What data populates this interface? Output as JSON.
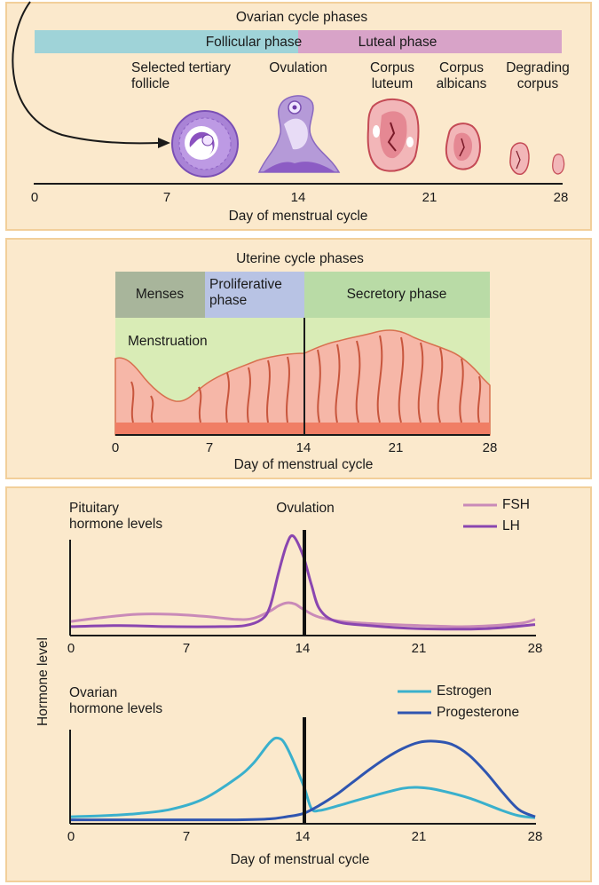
{
  "ovarian": {
    "title": "Ovarian cycle phases",
    "phases": [
      {
        "label": "Follicular phase",
        "color": "#9fd3d8"
      },
      {
        "label": "Luteal phase",
        "color": "#d8a3c8"
      }
    ],
    "structures": [
      {
        "line1": "Selected tertiary",
        "line2": "follicle"
      },
      {
        "line1": "Ovulation",
        "line2": ""
      },
      {
        "line1": "Corpus",
        "line2": "luteum"
      },
      {
        "line1": "Corpus",
        "line2": "albicans"
      },
      {
        "line1": "Degrading",
        "line2": "corpus"
      }
    ],
    "ticks": [
      "0",
      "7",
      "14",
      "21",
      "28"
    ],
    "axis_label": "Day of menstrual cycle"
  },
  "uterine": {
    "title": "Uterine cycle phases",
    "phases": [
      {
        "line1": "Menses",
        "line2": "",
        "color": "#a8b59b"
      },
      {
        "line1": "Proliferative",
        "line2": "phase",
        "color": "#b8c3e4"
      },
      {
        "line1": "Secretory phase",
        "line2": "",
        "color": "#b9dba6"
      }
    ],
    "event_label": "Menstruation",
    "ticks": [
      "0",
      "7",
      "14",
      "21",
      "28"
    ],
    "axis_label": "Day of menstrual cycle"
  },
  "hormones": {
    "y_axis_label": "Hormone level",
    "pituitary": {
      "title_line1": "Pituitary",
      "title_line2": "hormone levels",
      "event_label": "Ovulation",
      "legend": [
        {
          "label": "FSH",
          "color": "#c98ab8"
        },
        {
          "label": "LH",
          "color": "#8a46b0"
        }
      ],
      "ticks": [
        "0",
        "7",
        "14",
        "21",
        "28"
      ]
    },
    "ovarian": {
      "title_line1": "Ovarian",
      "title_line2": "hormone levels",
      "legend": [
        {
          "label": "Estrogen",
          "color": "#3ab0cc"
        },
        {
          "label": "Progesterone",
          "color": "#2f55b0"
        }
      ],
      "ticks": [
        "0",
        "7",
        "14",
        "21",
        "28"
      ]
    },
    "axis_label": "Day of menstrual cycle"
  },
  "chart_data": [
    {
      "type": "line",
      "title": "Pituitary hormone levels",
      "xlabel": "",
      "ylabel": "Hormone level",
      "xlim": [
        0,
        28
      ],
      "ylim": [
        0,
        1
      ],
      "series": [
        {
          "name": "FSH",
          "x": [
            0,
            2,
            4,
            6,
            8,
            10,
            11,
            12,
            12.5,
            13,
            13.5,
            14,
            15,
            17,
            21,
            24,
            27,
            28
          ],
          "y": [
            0.12,
            0.16,
            0.19,
            0.19,
            0.17,
            0.14,
            0.15,
            0.22,
            0.27,
            0.3,
            0.29,
            0.24,
            0.16,
            0.11,
            0.08,
            0.07,
            0.1,
            0.14
          ]
        },
        {
          "name": "LH",
          "x": [
            0,
            3,
            6,
            9,
            10.5,
            11.5,
            12,
            12.5,
            13,
            13.4,
            14,
            14.5,
            15,
            16,
            18,
            21,
            25,
            28
          ],
          "y": [
            0.07,
            0.08,
            0.07,
            0.07,
            0.08,
            0.14,
            0.26,
            0.58,
            0.86,
            0.95,
            0.76,
            0.48,
            0.24,
            0.12,
            0.08,
            0.05,
            0.05,
            0.09
          ]
        }
      ]
    },
    {
      "type": "line",
      "title": "Ovarian hormone levels",
      "xlabel": "Day of menstrual cycle",
      "ylabel": "Hormone level",
      "xlim": [
        0,
        28
      ],
      "ylim": [
        0,
        1
      ],
      "series": [
        {
          "name": "Estrogen",
          "x": [
            0,
            2,
            4,
            6,
            8,
            10,
            11,
            12,
            12.5,
            13,
            14,
            14.5,
            15,
            16,
            18,
            20,
            21,
            22,
            24,
            26,
            27,
            28
          ],
          "y": [
            0.05,
            0.06,
            0.08,
            0.12,
            0.22,
            0.42,
            0.56,
            0.76,
            0.8,
            0.72,
            0.36,
            0.13,
            0.11,
            0.15,
            0.24,
            0.32,
            0.33,
            0.31,
            0.23,
            0.11,
            0.06,
            0.04
          ]
        },
        {
          "name": "Progesterone",
          "x": [
            0,
            4,
            8,
            10,
            12,
            13,
            14,
            15,
            16,
            17,
            18,
            19,
            20,
            21,
            22,
            23,
            24,
            25,
            26,
            27,
            28
          ],
          "y": [
            0.02,
            0.02,
            0.02,
            0.02,
            0.03,
            0.05,
            0.08,
            0.16,
            0.26,
            0.38,
            0.5,
            0.61,
            0.7,
            0.76,
            0.77,
            0.74,
            0.64,
            0.48,
            0.29,
            0.12,
            0.05
          ]
        }
      ]
    }
  ]
}
